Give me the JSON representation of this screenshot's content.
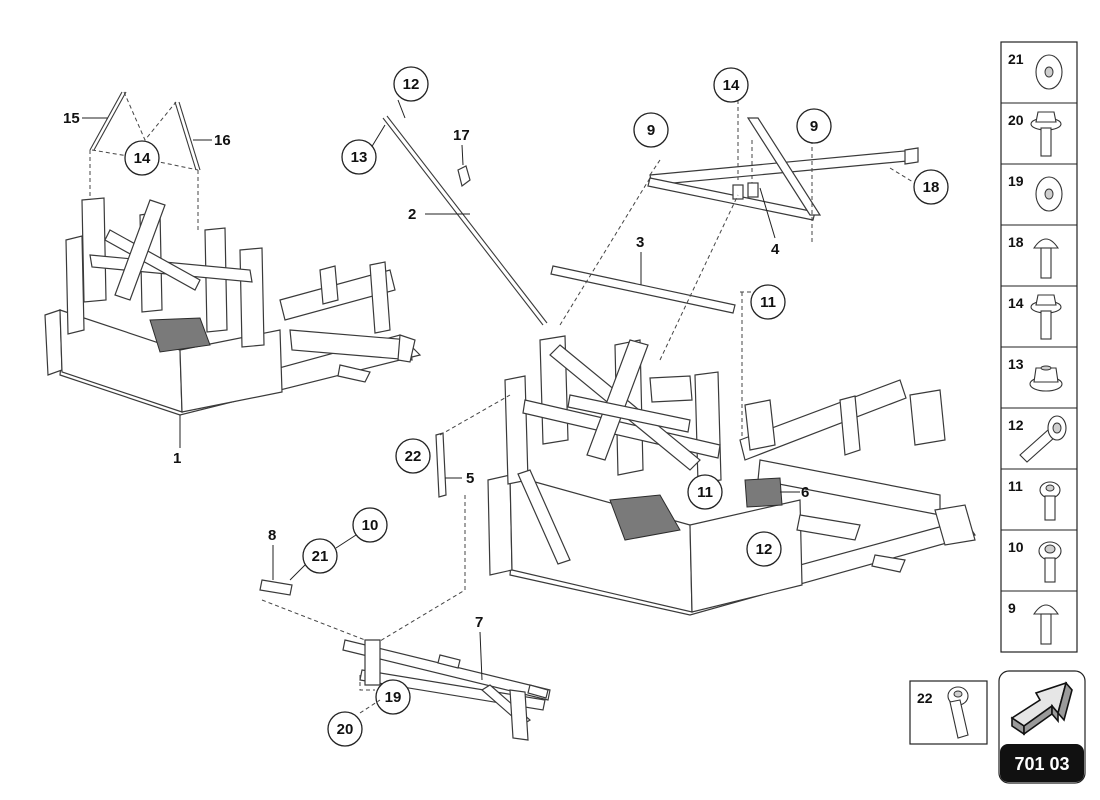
{
  "callouts": {
    "c14_left": "14",
    "c12_top": "12",
    "c13": "13",
    "c9_a": "9",
    "c14_right": "14",
    "c9_b": "9",
    "c18": "18",
    "c11_top": "11",
    "c22": "22",
    "c11_mid": "11",
    "c12_mid": "12",
    "c10": "10",
    "c21": "21",
    "c19": "19",
    "c20": "20"
  },
  "labels": {
    "l15": "15",
    "l16": "16",
    "l1": "1",
    "l17": "17",
    "l2": "2",
    "l3": "3",
    "l4": "4",
    "l5": "5",
    "l6": "6",
    "l7": "7",
    "l8": "8"
  },
  "legend": [
    {
      "num": "21",
      "icon": "washer"
    },
    {
      "num": "20",
      "icon": "flange-bolt"
    },
    {
      "num": "19",
      "icon": "washer"
    },
    {
      "num": "18",
      "icon": "round-head-bolt"
    },
    {
      "num": "14",
      "icon": "flange-bolt"
    },
    {
      "num": "13",
      "icon": "flange-nut"
    },
    {
      "num": "12",
      "icon": "long-screw"
    },
    {
      "num": "11",
      "icon": "collar-screw"
    },
    {
      "num": "10",
      "icon": "collar-screw"
    },
    {
      "num": "9",
      "icon": "round-head-bolt"
    }
  ],
  "extra_part": {
    "num": "22",
    "icon": "collar-screw"
  },
  "reference": {
    "code": "701 03",
    "icon": "arrow-icon"
  }
}
